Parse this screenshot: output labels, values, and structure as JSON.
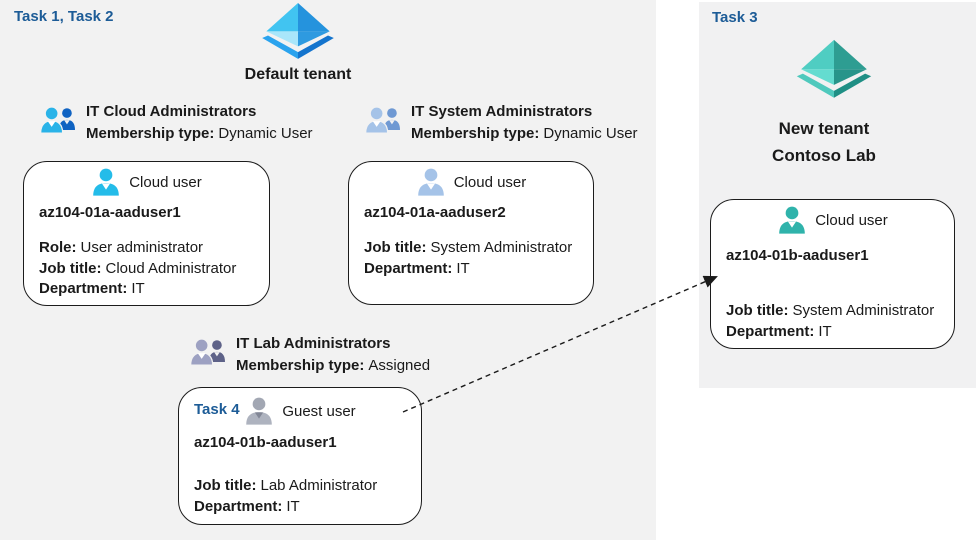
{
  "colors": {
    "task_accent": "#1d5c97",
    "panel_bg": "#f2f2f2",
    "card_border": "#1c1c1c",
    "blue_tenant": [
      "#41c4f1",
      "#2593dd",
      "#a9e6fa",
      "#2e9ae0",
      "#2aa3ee",
      "#1474cd"
    ],
    "teal_tenant": [
      "#4fcdc2",
      "#2e9d92",
      "#64dcd0",
      "#27948a",
      "#4fc9bd",
      "#1f8f85"
    ]
  },
  "left_panel": {
    "task_label": "Task 1, Task 2",
    "tenant_name": "Default tenant",
    "groups": [
      {
        "title": "IT Cloud Administrators",
        "membership_label": "Membership type:",
        "membership_value": "Dynamic User"
      },
      {
        "title": "IT System Administrators",
        "membership_label": "Membership type:",
        "membership_value": "Dynamic User"
      },
      {
        "title": "IT Lab Administrators",
        "membership_label": "Membership type:",
        "membership_value": "Assigned"
      }
    ],
    "cards": [
      {
        "user_type": "Cloud user",
        "name": "az104-01a-aaduser1",
        "fields": [
          {
            "label": "Role:",
            "value": "User administrator"
          },
          {
            "label": "Job title:",
            "value": "Cloud Administrator"
          },
          {
            "label": "Department:",
            "value": "IT"
          }
        ]
      },
      {
        "user_type": "Cloud user",
        "name": "az104-01a-aaduser2",
        "fields": [
          {
            "label": "Job title:",
            "value": "System Administrator"
          },
          {
            "label": "Department:",
            "value": "IT"
          }
        ]
      },
      {
        "task_label": "Task 4",
        "user_type": "Guest user",
        "name": "az104-01b-aaduser1",
        "fields": [
          {
            "label": "Job title:",
            "value": "Lab Administrator"
          },
          {
            "label": "Department:",
            "value": "IT"
          }
        ]
      }
    ]
  },
  "right_panel": {
    "task_label": "Task 3",
    "tenant_name_line1": "New tenant",
    "tenant_name_line2": "Contoso Lab",
    "card": {
      "user_type": "Cloud user",
      "name": "az104-01b-aaduser1",
      "fields": [
        {
          "label": "Job title:",
          "value": "System Administrator"
        },
        {
          "label": "Department:",
          "value": "IT"
        }
      ]
    }
  }
}
